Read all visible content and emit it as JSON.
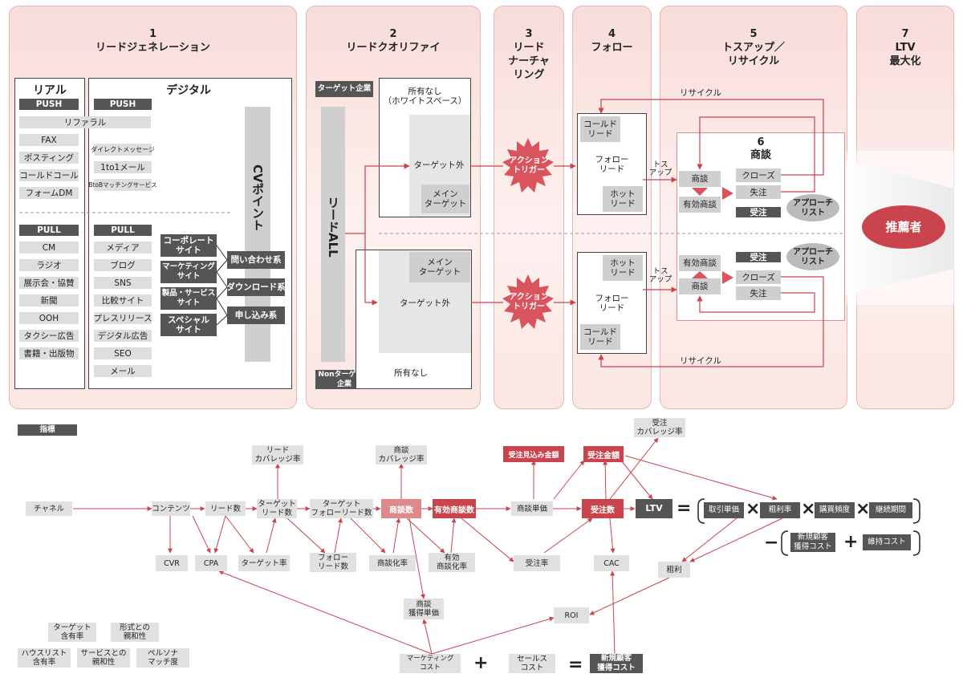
{
  "columns": [
    {
      "num": "1",
      "title": "リードジェネレーション"
    },
    {
      "num": "2",
      "title": "リードクオリファイ"
    },
    {
      "num": "3",
      "title": "リード\nナーチャ\nリング"
    },
    {
      "num": "4",
      "title": "フォロー"
    },
    {
      "num": "5",
      "title": "トスアップ／\nリサイクル"
    },
    {
      "num": "7",
      "title": "LTV\n最大化"
    }
  ],
  "gen": {
    "real": "リアル",
    "digital": "デジタル",
    "push": "PUSH",
    "pull": "PULL",
    "referral": "リファラル",
    "real_push": [
      "FAX",
      "ポスティング",
      "コールドコール",
      "フォームDM"
    ],
    "digital_push": [
      "ダイレクトメッセージ",
      "1to1メール",
      "BtoBマッチングサービス"
    ],
    "real_pull": [
      "CM",
      "ラジオ",
      "展示会・協賛",
      "新聞",
      "OOH",
      "タクシー広告",
      "書籍・出版物"
    ],
    "digital_pull": [
      "メディア",
      "ブログ",
      "SNS",
      "比較サイト",
      "プレスリリース",
      "デジタル広告",
      "SEO",
      "メール"
    ],
    "sites": [
      "コーポレート\nサイト",
      "マーケティング\nサイト",
      "製品・サービス\nサイト",
      "スペシャル\nサイト"
    ],
    "cv_actions": [
      "問い合わせ系",
      "ダウンロード系",
      "申し込み系"
    ],
    "cv_point": "CVポイント"
  },
  "qualify": {
    "lead_all": "リードALL",
    "target_company": "ターゲット企業",
    "non_target": "Nonターゲット\n企業",
    "white_space": "所有なし\n（ホワイトスペース）",
    "outside_target": "ターゲット外",
    "main_target": "メイン\nターゲット",
    "none": "所有なし"
  },
  "nurture": {
    "action_trigger": "アクション\nトリガー"
  },
  "follow": {
    "cold": "コールド\nリード",
    "follow": "フォロー\nリード",
    "hot": "ホット\nリード"
  },
  "tossup": {
    "recycle": "リサイクル",
    "tossup": "トス\nアップ"
  },
  "deal": {
    "num": "6",
    "title": "商談",
    "deal": "商談",
    "valid_deal": "有効商談",
    "close": "クローズ",
    "lost": "失注",
    "won": "受注",
    "approach": "アプローチ\nリスト"
  },
  "ltv": {
    "recommender": "推薦者"
  },
  "metrics": {
    "label": "指標",
    "channel": "チャネル",
    "content": "コンテンツ",
    "leads": "リード数",
    "target_leads": "ターゲット\nリード数",
    "target_follow": "ターゲット\nフォローリード数",
    "deal_count": "商談数",
    "valid_deal_count": "有効商談数",
    "deal_price": "商談単価",
    "won_count": "受注数",
    "ltv": "LTV",
    "forecast": "受注見込み金額",
    "won_amount": "受注金額",
    "lead_coverage": "リード\nカバレッジ率",
    "deal_coverage": "商談\nカバレッジ率",
    "won_coverage": "受注\nカバレッジ率",
    "cvr": "CVR",
    "cpa": "CPA",
    "target_rate": "ターゲット率",
    "follow_leads": "フォロー\nリード数",
    "deal_rate": "商談化率",
    "valid_deal_rate": "有効\n商談化率",
    "won_rate": "受注率",
    "cac": "CAC",
    "gross_profit": "粗利",
    "deal_cost": "商談\n獲得単価",
    "roi": "ROI",
    "marketing_cost": "マーケティング\nコスト",
    "sales_cost": "セールス\nコスト",
    "new_customer_cost": "新規顧客\n獲得コスト",
    "unit_price": "取引単価",
    "margin": "粗利率",
    "frequency": "購買頻度",
    "duration": "継続期間",
    "new_cost2": "新規顧客\n獲得コスト",
    "retention_cost": "維持コスト",
    "target_share": "ターゲット\n含有率",
    "form_affinity": "形式との\n親和性",
    "house_share": "ハウスリスト\n含有率",
    "service_affinity": "サービスとの\n親和性",
    "persona_match": "ペルソナ\nマッチ度",
    "eq": "=",
    "times": "×",
    "plus": "+",
    "minus": "−"
  }
}
